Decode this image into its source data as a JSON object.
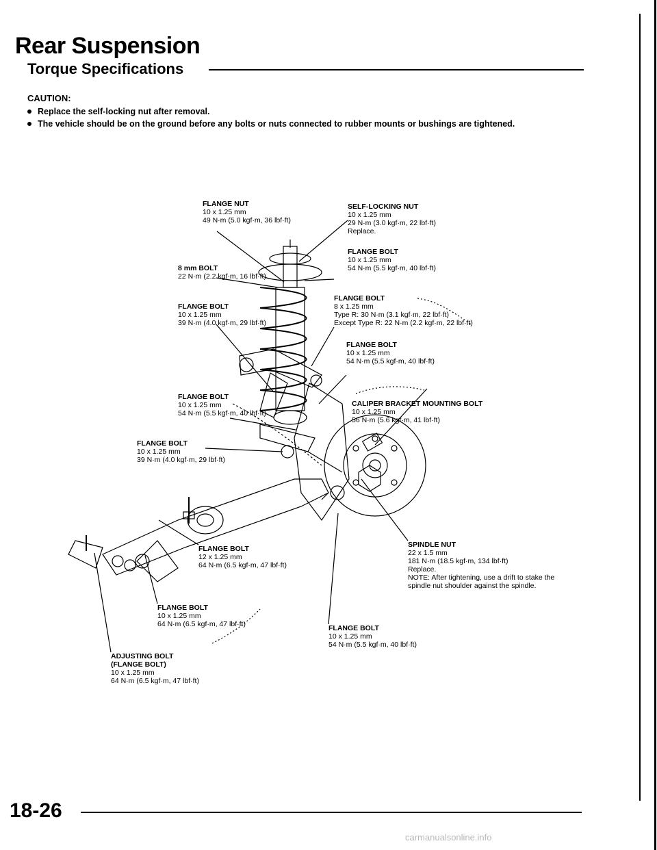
{
  "header": {
    "title": "Rear Suspension",
    "subtitle": "Torque Specifications"
  },
  "caution": {
    "label": "CAUTION:",
    "items": [
      "Replace the self-locking nut after removal.",
      "The vehicle should be on the ground before any bolts or nuts connected to rubber mounts or bushings are tightened."
    ]
  },
  "callouts": {
    "flange_nut": {
      "name": "FLANGE NUT",
      "size": "10 x 1.25 mm",
      "torque": "49 N·m (5.0 kgf·m, 36 lbf·ft)"
    },
    "self_locking_nut": {
      "name": "SELF-LOCKING NUT",
      "size": "10 x 1.25 mm",
      "torque": "29 N·m (3.0 kgf·m, 22 lbf·ft)",
      "note": "Replace."
    },
    "bolt_8mm": {
      "name": "8 mm BOLT",
      "torque": "22 N·m (2.2 kgf·m, 16 lbf·ft)"
    },
    "flange_bolt_top": {
      "name": "FLANGE BOLT",
      "size": "10 x 1.25 mm",
      "torque": "54 N·m (5.5 kgf·m, 40 lbf·ft)"
    },
    "flange_bolt_8": {
      "name": "FLANGE BOLT",
      "size": "8 x 1.25 mm",
      "torque_r": "Type R: 30 N·m (3.1 kgf·m, 22 lbf·ft)",
      "torque_other": "Except Type R: 22 N·m (2.2 kgf·m, 22 lbf·ft)"
    },
    "flange_bolt_left_39a": {
      "name": "FLANGE BOLT",
      "size": "10 x 1.25 mm",
      "torque": "39 N·m (4.0 kgf·m, 29 lbf·ft)"
    },
    "flange_bolt_right_54": {
      "name": "FLANGE BOLT",
      "size": "10 x 1.25 mm",
      "torque": "54 N·m (5.5 kgf·m, 40 lbf·ft)"
    },
    "flange_bolt_left_54": {
      "name": "FLANGE BOLT",
      "size": "10 x 1.25 mm",
      "torque": "54 N·m (5.5 kgf·m, 40 lbf·ft)"
    },
    "caliper_bracket": {
      "name": "CALIPER BRACKET MOUNTING BOLT",
      "size": "10 x 1.25 mm",
      "torque": "56 N·m (5.6 kgf·m, 41 lbf·ft)"
    },
    "flange_bolt_left_39b": {
      "name": "FLANGE BOLT",
      "size": "10 x 1.25 mm",
      "torque": "39 N·m (4.0 kgf·m, 29 lbf·ft)"
    },
    "spindle_nut": {
      "name": "SPINDLE NUT",
      "size": "22 x 1.5 mm",
      "torque": "181 N·m (18.5 kgf·m, 134 lbf·ft)",
      "note1": "Replace.",
      "note2": "NOTE: After tightening, use a drift to stake the spindle nut shoulder against the spindle."
    },
    "flange_bolt_12": {
      "name": "FLANGE BOLT",
      "size": "12 x 1.25 mm",
      "torque": "64 N·m (6.5 kgf·m, 47 lbf·ft)"
    },
    "flange_bolt_64": {
      "name": "FLANGE BOLT",
      "size": "10 x 1.25 mm",
      "torque": "64 N·m (6.5 kgf·m, 47 lbf·ft)"
    },
    "flange_bolt_bottom_54": {
      "name": "FLANGE BOLT",
      "size": "10 x 1.25 mm",
      "torque": "54 N·m (5.5 kgf·m, 40 lbf·ft)"
    },
    "adjusting_bolt": {
      "name": "ADJUSTING BOLT",
      "sub": "(FLANGE BOLT)",
      "size": "10 x 1.25 mm",
      "torque": "64 N·m (6.5 kgf·m, 47 lbf·ft)"
    }
  },
  "footer": {
    "page_number": "18-26",
    "watermark": "carmanualsonline.info"
  }
}
